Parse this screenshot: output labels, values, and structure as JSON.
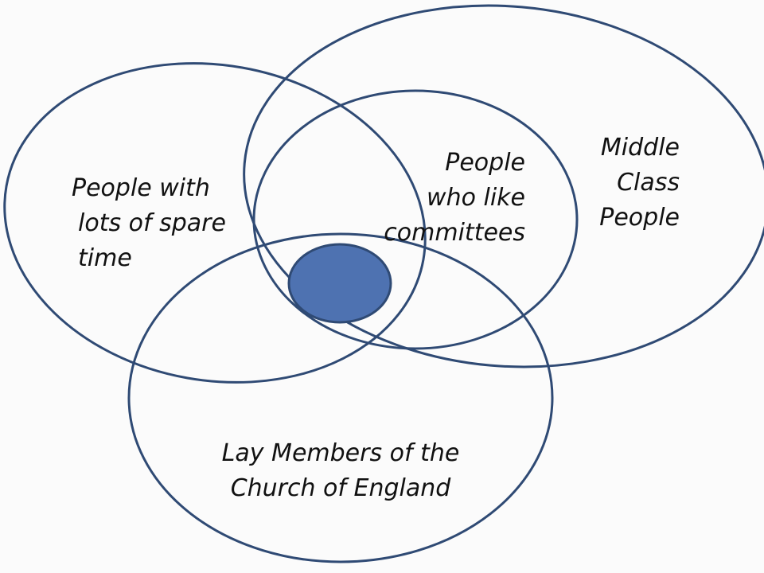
{
  "diagram": {
    "sets": [
      {
        "id": "spare-time",
        "lines": [
          "People with",
          "lots of spare",
          "time"
        ]
      },
      {
        "id": "committees",
        "lines": [
          "People",
          "who like",
          "committees"
        ]
      },
      {
        "id": "middle-class",
        "lines": [
          "Middle",
          "Class",
          "People"
        ]
      },
      {
        "id": "church",
        "lines": [
          "Lay Members of the",
          "Church of England"
        ]
      }
    ],
    "colors": {
      "outline": "#2f4a74",
      "intersection_fill": "#4e72b1",
      "background": "#fbfbfb"
    }
  }
}
